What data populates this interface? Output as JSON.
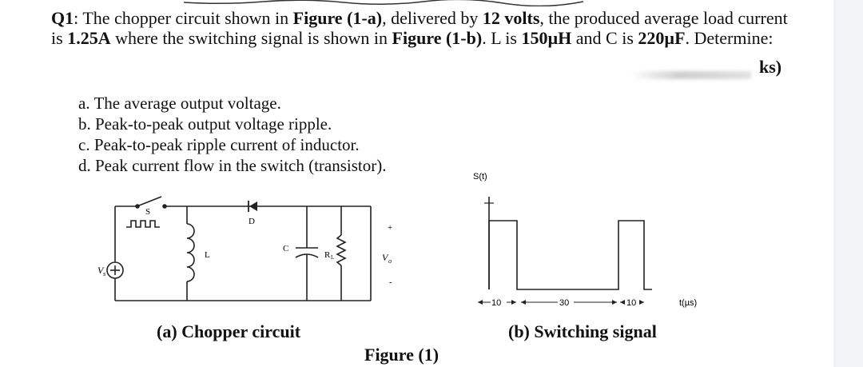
{
  "question": {
    "q_label": "Q1",
    "p1": ": The chopper circuit shown in ",
    "fig1a": "Figure (1-a)",
    "p2": ", delivered by ",
    "volts": "12 volts",
    "p3": ", the produced average load current is ",
    "current": "1.25A",
    "p4": " where the switching signal is shown in ",
    "fig1b": "Figure (1-b)",
    "p5": ". L is ",
    "inductance": "150µH",
    "p6": " and C is ",
    "capacitance": "220µF",
    "p7": ". Determine:",
    "marks_suffix": "ks)"
  },
  "parts": [
    "a.  The average output voltage.",
    "b.  Peak-to-peak output voltage ripple.",
    "c.  Peak-to-peak ripple current of inductor.",
    "d.  Peak current flow in the switch (transistor)."
  ],
  "circuit": {
    "label_vs": "V",
    "label_vs_sub": "s",
    "label_s": "S",
    "label_d": "D",
    "label_l": "L",
    "label_c": "C",
    "label_rl": "R",
    "label_rl_sub": "L",
    "label_vo": "V",
    "label_vo_sub": "o",
    "label_plus": "+",
    "label_minus": "-",
    "caption": "(a) Chopper circuit"
  },
  "switching": {
    "ylabel": "S(t)",
    "xlabel": "t(µs)",
    "on1": "10",
    "off": "30",
    "on2": "10",
    "caption": "(b) Switching signal"
  },
  "figure_caption": "Figure (1)"
}
